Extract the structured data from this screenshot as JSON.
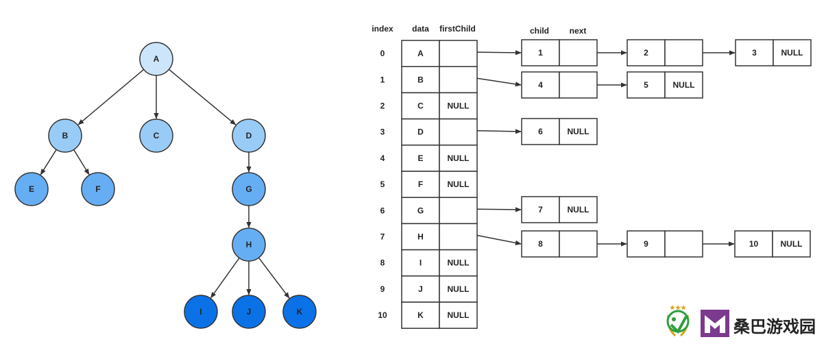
{
  "tree": {
    "nodes": [
      {
        "label": "A",
        "level": 0
      },
      {
        "label": "B",
        "level": 1
      },
      {
        "label": "C",
        "level": 1
      },
      {
        "label": "D",
        "level": 1
      },
      {
        "label": "E",
        "level": 2
      },
      {
        "label": "F",
        "level": 2
      },
      {
        "label": "G",
        "level": 2
      },
      {
        "label": "H",
        "level": 3
      },
      {
        "label": "I",
        "level": 4
      },
      {
        "label": "J",
        "level": 4
      },
      {
        "label": "K",
        "level": 4
      }
    ],
    "edges": [
      [
        "A",
        "B"
      ],
      [
        "A",
        "C"
      ],
      [
        "A",
        "D"
      ],
      [
        "B",
        "E"
      ],
      [
        "B",
        "F"
      ],
      [
        "D",
        "G"
      ],
      [
        "G",
        "H"
      ],
      [
        "H",
        "I"
      ],
      [
        "H",
        "J"
      ],
      [
        "H",
        "K"
      ]
    ],
    "level_colors": [
      "#cce5fb",
      "#99cbf7",
      "#66aef3",
      "#66aef3",
      "#0a72e6"
    ]
  },
  "table": {
    "headers": {
      "index": "index",
      "data": "data",
      "first_child": "firstChild",
      "child": "child",
      "next": "next"
    },
    "rows": [
      {
        "index": "0",
        "data": "A",
        "first_child": ""
      },
      {
        "index": "1",
        "data": "B",
        "first_child": ""
      },
      {
        "index": "2",
        "data": "C",
        "first_child": "NULL"
      },
      {
        "index": "3",
        "data": "D",
        "first_child": ""
      },
      {
        "index": "4",
        "data": "E",
        "first_child": "NULL"
      },
      {
        "index": "5",
        "data": "F",
        "first_child": "NULL"
      },
      {
        "index": "6",
        "data": "G",
        "first_child": ""
      },
      {
        "index": "7",
        "data": "H",
        "first_child": ""
      },
      {
        "index": "8",
        "data": "I",
        "first_child": "NULL"
      },
      {
        "index": "9",
        "data": "J",
        "first_child": "NULL"
      },
      {
        "index": "10",
        "data": "K",
        "first_child": "NULL"
      }
    ]
  },
  "child_lists": [
    {
      "row": 0,
      "nodes": [
        {
          "child": "1",
          "next": ""
        },
        {
          "child": "2",
          "next": ""
        },
        {
          "child": "3",
          "next": "NULL"
        }
      ]
    },
    {
      "row": 1,
      "nodes": [
        {
          "child": "4",
          "next": ""
        },
        {
          "child": "5",
          "next": "NULL"
        }
      ]
    },
    {
      "row": 3,
      "nodes": [
        {
          "child": "6",
          "next": "NULL"
        }
      ]
    },
    {
      "row": 6,
      "nodes": [
        {
          "child": "7",
          "next": "NULL"
        }
      ]
    },
    {
      "row": 7,
      "nodes": [
        {
          "child": "8",
          "next": ""
        },
        {
          "child": "9",
          "next": ""
        },
        {
          "child": "10",
          "next": "NULL"
        }
      ]
    }
  ],
  "watermark": {
    "text": "桑巴游戏园",
    "logo_icon": "sangba-logo-icon",
    "colors": {
      "green": "#2e9e3e",
      "gold": "#d8a21c",
      "purple": "#7b3a8e"
    }
  }
}
